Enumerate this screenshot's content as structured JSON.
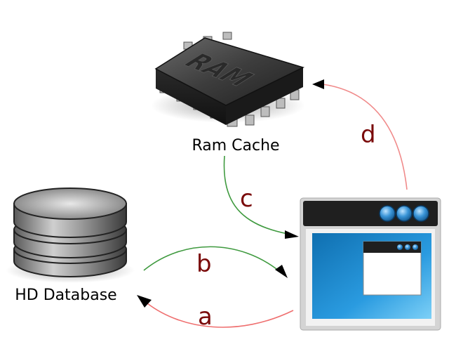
{
  "nodes": {
    "ram": {
      "label": "Ram Cache",
      "chip_text": "RAM"
    },
    "db": {
      "label": "HD Database"
    },
    "app": {
      "label": ""
    }
  },
  "edges": [
    {
      "id": "a",
      "label": "a",
      "from": "app",
      "to": "db",
      "color": "#ef6f6f"
    },
    {
      "id": "b",
      "label": "b",
      "from": "db",
      "to": "app",
      "color": "#3f9a3f"
    },
    {
      "id": "c",
      "label": "c",
      "from": "ram",
      "to": "app",
      "color": "#3f9a3f"
    },
    {
      "id": "d",
      "label": "d",
      "from": "app",
      "to": "ram",
      "color": "#f08a8a"
    }
  ],
  "colors": {
    "arrowhead": "#000000",
    "edge_label": "#7a0a0a",
    "window_blue": "#1d86c8",
    "window_frame": "#1f1f1f",
    "window_buttons": "#3a95d8"
  }
}
